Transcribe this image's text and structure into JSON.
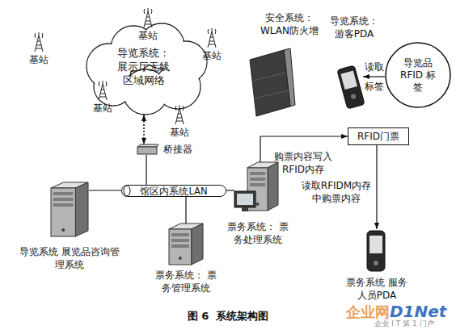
{
  "diagram": {
    "caption": "图 6  系统架构图",
    "nodes": [
      {
        "text": [
          "导览系统： 展示厅无线 区域网络"
        ]
      },
      {
        "text": [
          "安全系统： WLAN防火增"
        ]
      },
      {
        "text": [
          "导览系统： 游客PDA"
        ]
      },
      {
        "text": [
          "导览品 RFID 标签"
        ]
      },
      {
        "text": [
          "RFID门票"
        ]
      },
      {
        "text": [
          "桥接器"
        ]
      },
      {
        "text": [
          "票务系统： 票务处理系统"
        ]
      },
      {
        "text": [
          "馆区内系统LAN"
        ]
      },
      {
        "text": [
          "导览系统 展览品咨询管理系统"
        ]
      },
      {
        "text": [
          "票务系统： 票务管理系统"
        ]
      },
      {
        "text": [
          "票务系统 服务人员PDA"
        ]
      }
    ],
    "edges": [
      {
        "from": 3,
        "to": 2,
        "label": "读取 标签",
        "arrow": "to"
      },
      {
        "from": 0,
        "to": 5,
        "arrow": "both"
      },
      {
        "from": 5,
        "to": 7,
        "arrow": "none"
      },
      {
        "from": 7,
        "to": 8,
        "arrow": "none"
      },
      {
        "from": 7,
        "to": 6,
        "arrow": "none"
      },
      {
        "from": 7,
        "to": 9,
        "arrow": "none"
      },
      {
        "from": 6,
        "to": 4,
        "label": "购票内容写入 RFID内存",
        "arrow": "to"
      },
      {
        "from": 4,
        "to": 10,
        "label": "读取RFIDM内存 中购票内容",
        "arrow": "to"
      }
    ],
    "labels": [
      "基站",
      "基站",
      "基站",
      "基站",
      "基站",
      "企业网",
      "D1Net",
      "企业 I T 第 1 门户"
    ]
  }
}
